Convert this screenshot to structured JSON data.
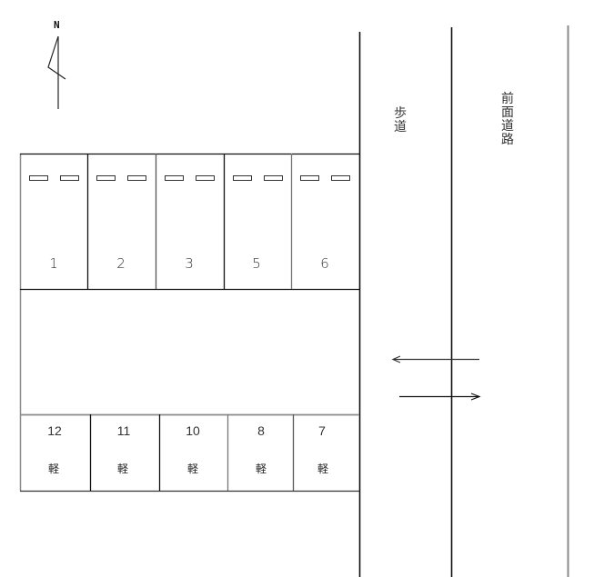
{
  "diagram": {
    "title": "",
    "compass": {
      "label": "N"
    },
    "labels": {
      "sidewalk": "歩道",
      "front_road": "前面道路"
    },
    "top_row": {
      "spaces": [
        {
          "number": "1"
        },
        {
          "number": "2"
        },
        {
          "number": "3"
        },
        {
          "number": "5"
        },
        {
          "number": "6"
        }
      ]
    },
    "bottom_row": {
      "spaces": [
        {
          "number": "12",
          "type": "軽"
        },
        {
          "number": "11",
          "type": "軽"
        },
        {
          "number": "10",
          "type": "軽"
        },
        {
          "number": "8",
          "type": "軽"
        },
        {
          "number": "7",
          "type": "軽"
        }
      ]
    },
    "traffic_arrows": [
      {
        "direction": "left"
      },
      {
        "direction": "right"
      }
    ],
    "colors": {
      "line": "#111111",
      "line_gray": "#8a8a8a",
      "text": "#333333",
      "background": "#ffffff"
    }
  }
}
